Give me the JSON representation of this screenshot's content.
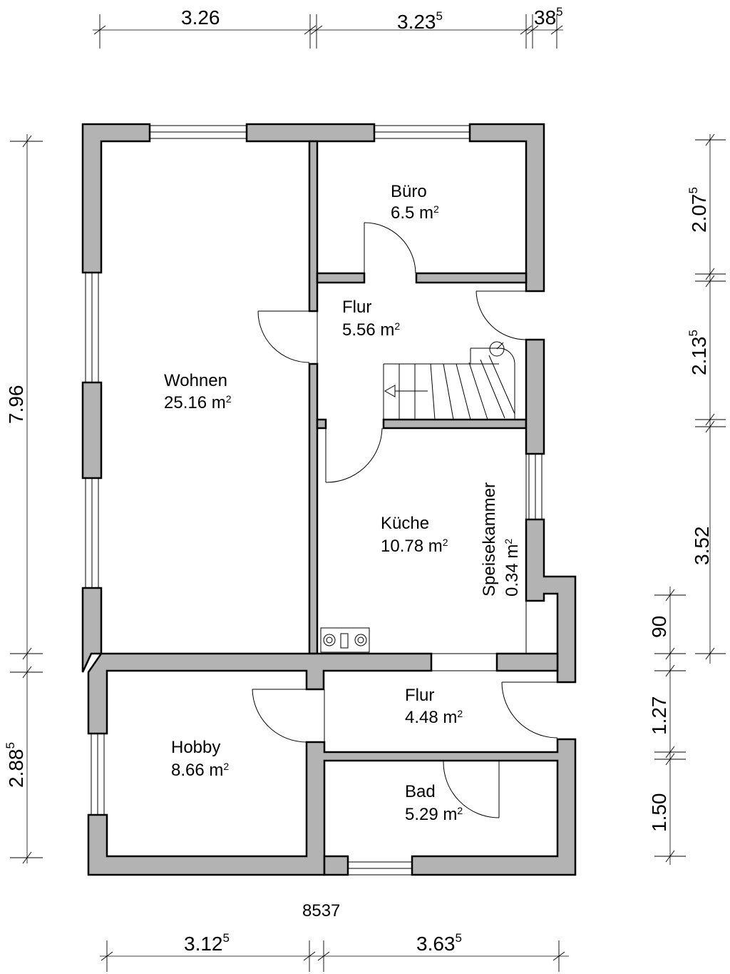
{
  "rooms": {
    "buero": {
      "name": "Büro",
      "area_value": "6.5 m",
      "area_sup": "2"
    },
    "flur_upper": {
      "name": "Flur",
      "area_value": "5.56 m",
      "area_sup": "2"
    },
    "wohnen": {
      "name": "Wohnen",
      "area_value": "25.16 m",
      "area_sup": "2"
    },
    "kueche": {
      "name": "Küche",
      "area_value": "10.78 m",
      "area_sup": "2"
    },
    "speisekammer": {
      "name": "Speisekammer",
      "area_value": "0.34 m",
      "area_sup": "2"
    },
    "flur_lower": {
      "name": "Flur",
      "area_value": "4.48 m",
      "area_sup": "2"
    },
    "hobby": {
      "name": "Hobby",
      "area_value": "8.66 m",
      "area_sup": "2"
    },
    "bad": {
      "name": "Bad",
      "area_value": "5.29 m",
      "area_sup": "2"
    }
  },
  "dimensions": {
    "top": [
      {
        "main": "3.26",
        "sup": ""
      },
      {
        "main": "3.23",
        "sup": "5"
      },
      {
        "main": "38",
        "sup": "5"
      }
    ],
    "left": [
      {
        "main": "7.96",
        "sup": ""
      },
      {
        "main": "2.88",
        "sup": "5"
      }
    ],
    "right": [
      {
        "main": "2.07",
        "sup": "5"
      },
      {
        "main": "2.13",
        "sup": "5"
      },
      {
        "main": "3.52",
        "sup": ""
      },
      {
        "main": "90",
        "sup": ""
      },
      {
        "main": "1.27",
        "sup": ""
      },
      {
        "main": "1.50",
        "sup": ""
      }
    ],
    "bottom": [
      {
        "main": "3.12",
        "sup": "5"
      },
      {
        "main": "3.63",
        "sup": "5"
      }
    ]
  },
  "plan_number": "8537"
}
